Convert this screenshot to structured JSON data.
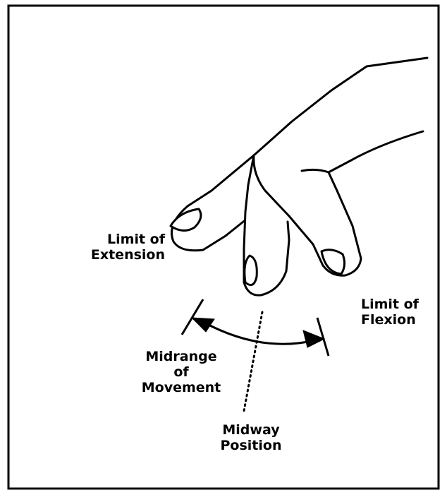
{
  "labels": {
    "limit_extension": {
      "line1": "Limit of",
      "line2": "Extension"
    },
    "limit_flexion": {
      "line1": "Limit of",
      "line2": "Flexion"
    },
    "midrange": {
      "line1": "Midrange",
      "line2": "of",
      "line3": "Movement"
    },
    "midway": {
      "line1": "Midway",
      "line2": "Position"
    }
  },
  "colors": {
    "ink": "#000000",
    "background": "#ffffff"
  }
}
